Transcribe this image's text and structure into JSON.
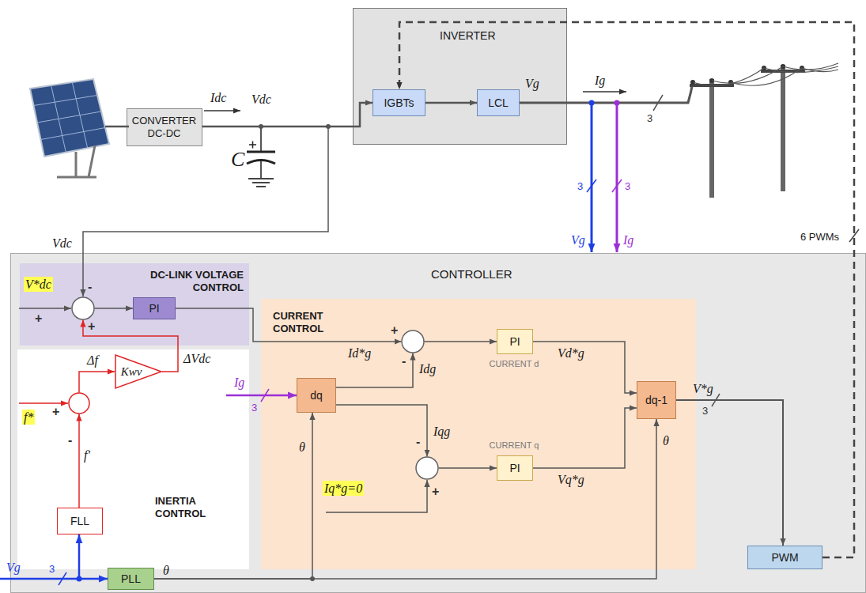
{
  "diagram": {
    "nodes": [
      {
        "text": [
          "CONVERTER DC-DC"
        ]
      },
      {
        "text": [
          "INVERTER"
        ]
      },
      {
        "text": [
          "IGBTs"
        ],
        "in": 1
      },
      {
        "text": [
          "LCL"
        ],
        "in": 1
      },
      {
        "text": [
          "CONTROLLER"
        ]
      },
      {
        "text": [
          "DC-LINK VOLTAGE CONTROL"
        ],
        "in": 4
      },
      {
        "text": [
          "-",
          "+",
          "+"
        ],
        "in": 5
      },
      {
        "text": [
          "PI"
        ],
        "in": 5
      },
      {
        "text": [
          "CURRENT CONTROL"
        ],
        "in": 4
      },
      {
        "text": [
          "+",
          "-"
        ],
        "in": 8
      },
      {
        "text": [
          "PI",
          "CURRENT d"
        ],
        "in": 8
      },
      {
        "text": [
          "dq"
        ],
        "in": 8
      },
      {
        "text": [
          "-",
          "+"
        ],
        "in": 8
      },
      {
        "text": [
          "PI",
          "CURRENT q"
        ],
        "in": 8
      },
      {
        "text": [
          "dq-1"
        ],
        "in": 8
      },
      {
        "text": [
          "INERTIA CONTROL"
        ],
        "in": 4
      },
      {
        "text": [
          "+",
          "-"
        ],
        "in": 15
      },
      {
        "text": [
          "Kwv"
        ],
        "in": 15
      },
      {
        "text": [
          "FLL"
        ],
        "in": 15
      },
      {
        "text": [
          "PWM"
        ],
        "in": 4
      },
      {
        "text": [
          "PLL"
        ],
        "in": 4
      }
    ],
    "edges": [
      {
        "from": 0,
        "to": 2,
        "arrow": "to"
      },
      {
        "from": 2,
        "to": 3,
        "arrow": "to"
      },
      {
        "from": 19,
        "to": 2,
        "label": "6 PWMs",
        "arrow": "to"
      },
      {
        "from": 6,
        "to": 7,
        "arrow": "to"
      },
      {
        "from": 7,
        "to": 9,
        "label": "Id*g",
        "arrow": "to"
      },
      {
        "from": 11,
        "to": 9,
        "label": "Idg",
        "arrow": "to"
      },
      {
        "from": 11,
        "to": 12,
        "label": "Iqg",
        "arrow": "to"
      },
      {
        "from": 9,
        "to": 10,
        "arrow": "to"
      },
      {
        "from": 12,
        "to": 13,
        "arrow": "to"
      },
      {
        "from": 10,
        "to": 14,
        "label": "Vd*g",
        "arrow": "to"
      },
      {
        "from": 13,
        "to": 14,
        "label": "Vq*g",
        "arrow": "to"
      },
      {
        "from": 14,
        "to": 19,
        "label": "V*g",
        "arrow": "to"
      },
      {
        "from": 17,
        "to": 6,
        "label": "ΔVdc",
        "arrow": "to"
      },
      {
        "from": 16,
        "to": 17,
        "label": "Δf",
        "arrow": "to"
      },
      {
        "from": 18,
        "to": 16,
        "label": "f'",
        "arrow": "to"
      },
      {
        "from": 20,
        "to": 11,
        "label": "θ",
        "arrow": "to"
      },
      {
        "from": 20,
        "to": 14,
        "label": "θ",
        "arrow": "to"
      }
    ],
    "labels": [
      "Idc",
      "Vdc",
      "C",
      "Vg",
      "Ig",
      "3",
      "3",
      "3",
      "Vg",
      "Ig",
      "Vdc",
      "V*dc",
      "f*",
      "Ig",
      "3",
      "Iq*g=0",
      "3",
      "θ",
      "Vg",
      "3"
    ]
  }
}
